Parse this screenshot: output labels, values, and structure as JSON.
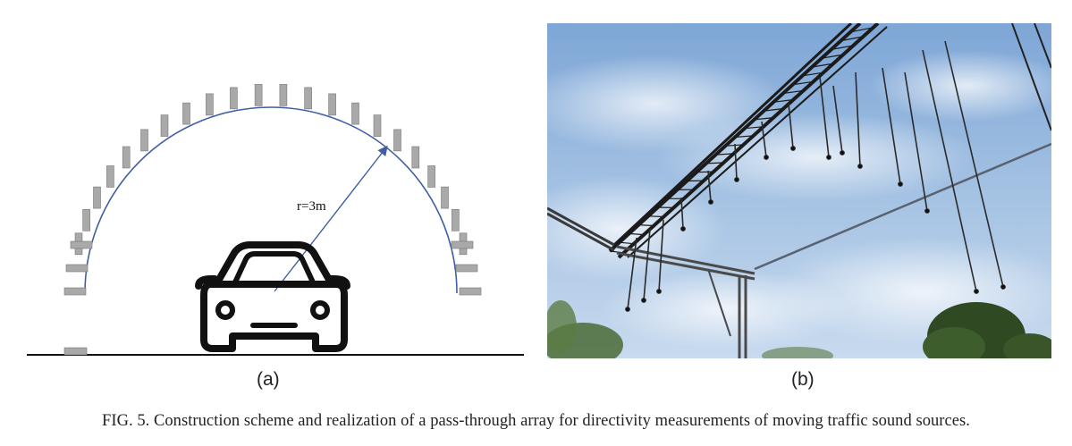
{
  "figure": {
    "panel_a": {
      "label": "(a)",
      "radius_text": "r=3m"
    },
    "panel_b": {
      "label": "(b)"
    },
    "caption": "FIG. 5. Construction scheme and realization of a pass-through array for directivity measurements of moving traffic sound sources."
  },
  "colors": {
    "arc": "#3f5fa3",
    "microphone": "#a9a9a9",
    "car": "#111111",
    "sky": "#8fb3db"
  }
}
